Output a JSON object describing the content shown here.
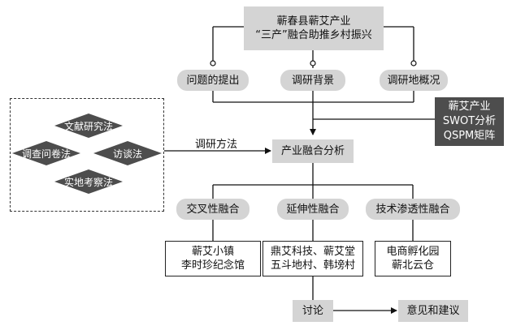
{
  "top": {
    "line1": "蕲春县蕲艾产业",
    "line2": "“三产”融合助推乡村振兴"
  },
  "branches": [
    "问题的提出",
    "调研背景",
    "调研地概况"
  ],
  "tools": [
    "蕲艾产业",
    "SWOT分析",
    "QSPM矩阵"
  ],
  "methods_label": "调研方法",
  "methods": [
    "文献研究法",
    "调查问卷法",
    "访谈法",
    "实地考察法"
  ],
  "center": "产业融合分析",
  "fusion_types": [
    "交叉性融合",
    "延伸性融合",
    "技术渗透性融合"
  ],
  "cases": [
    [
      "蕲艾小镇",
      "李时珍纪念馆"
    ],
    [
      "鼎艾科技、蕲艾堂",
      "五斗地村、韩塝村"
    ],
    [
      "电商孵化园",
      "蕲北云仓"
    ]
  ],
  "discussion": "讨论",
  "suggestions": "意见和建议"
}
